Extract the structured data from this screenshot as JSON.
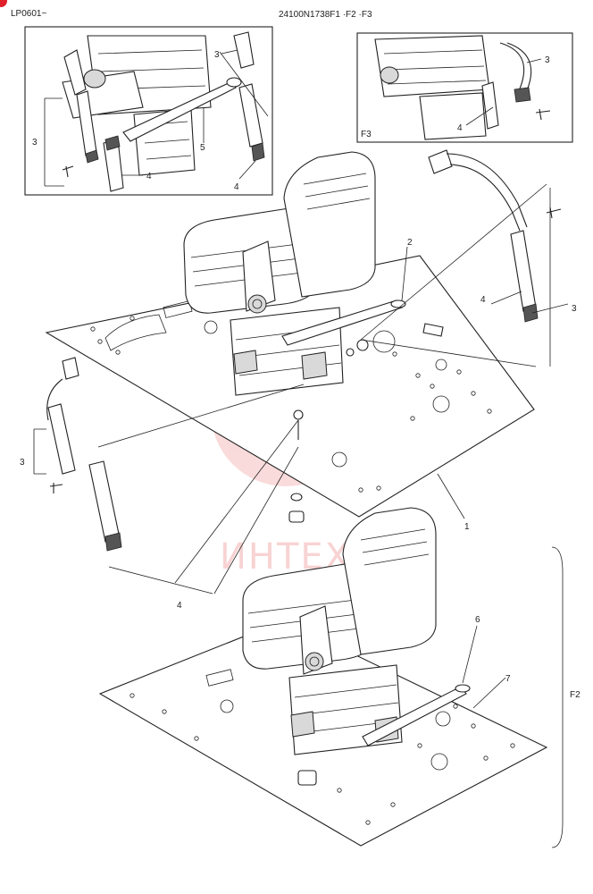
{
  "header": {
    "left_code": "LP0601~",
    "center_code": "24100N1738F1 ·F2 ·F3"
  },
  "watermark": {
    "text": "ИНТЕХ",
    "color": "#e23a3a"
  },
  "insets": {
    "f3_label": "F3"
  },
  "callouts": {
    "inset_left": [
      {
        "id": "il-3a",
        "text": "3"
      },
      {
        "id": "il-3b",
        "text": "3"
      },
      {
        "id": "il-4a",
        "text": "4"
      },
      {
        "id": "il-4b",
        "text": "4"
      },
      {
        "id": "il-5",
        "text": "5"
      }
    ],
    "inset_right": [
      {
        "id": "ir-3",
        "text": "3"
      },
      {
        "id": "ir-4",
        "text": "4"
      }
    ],
    "main": [
      {
        "id": "m-2",
        "text": "2"
      },
      {
        "id": "m-4r",
        "text": "4"
      },
      {
        "id": "m-3r",
        "text": "3"
      },
      {
        "id": "m-3l",
        "text": "3"
      },
      {
        "id": "m-1",
        "text": "1"
      },
      {
        "id": "m-4l",
        "text": "4"
      }
    ],
    "lower": [
      {
        "id": "l-6",
        "text": "6"
      },
      {
        "id": "l-7",
        "text": "7"
      },
      {
        "id": "l-f2",
        "text": "F2"
      }
    ]
  }
}
